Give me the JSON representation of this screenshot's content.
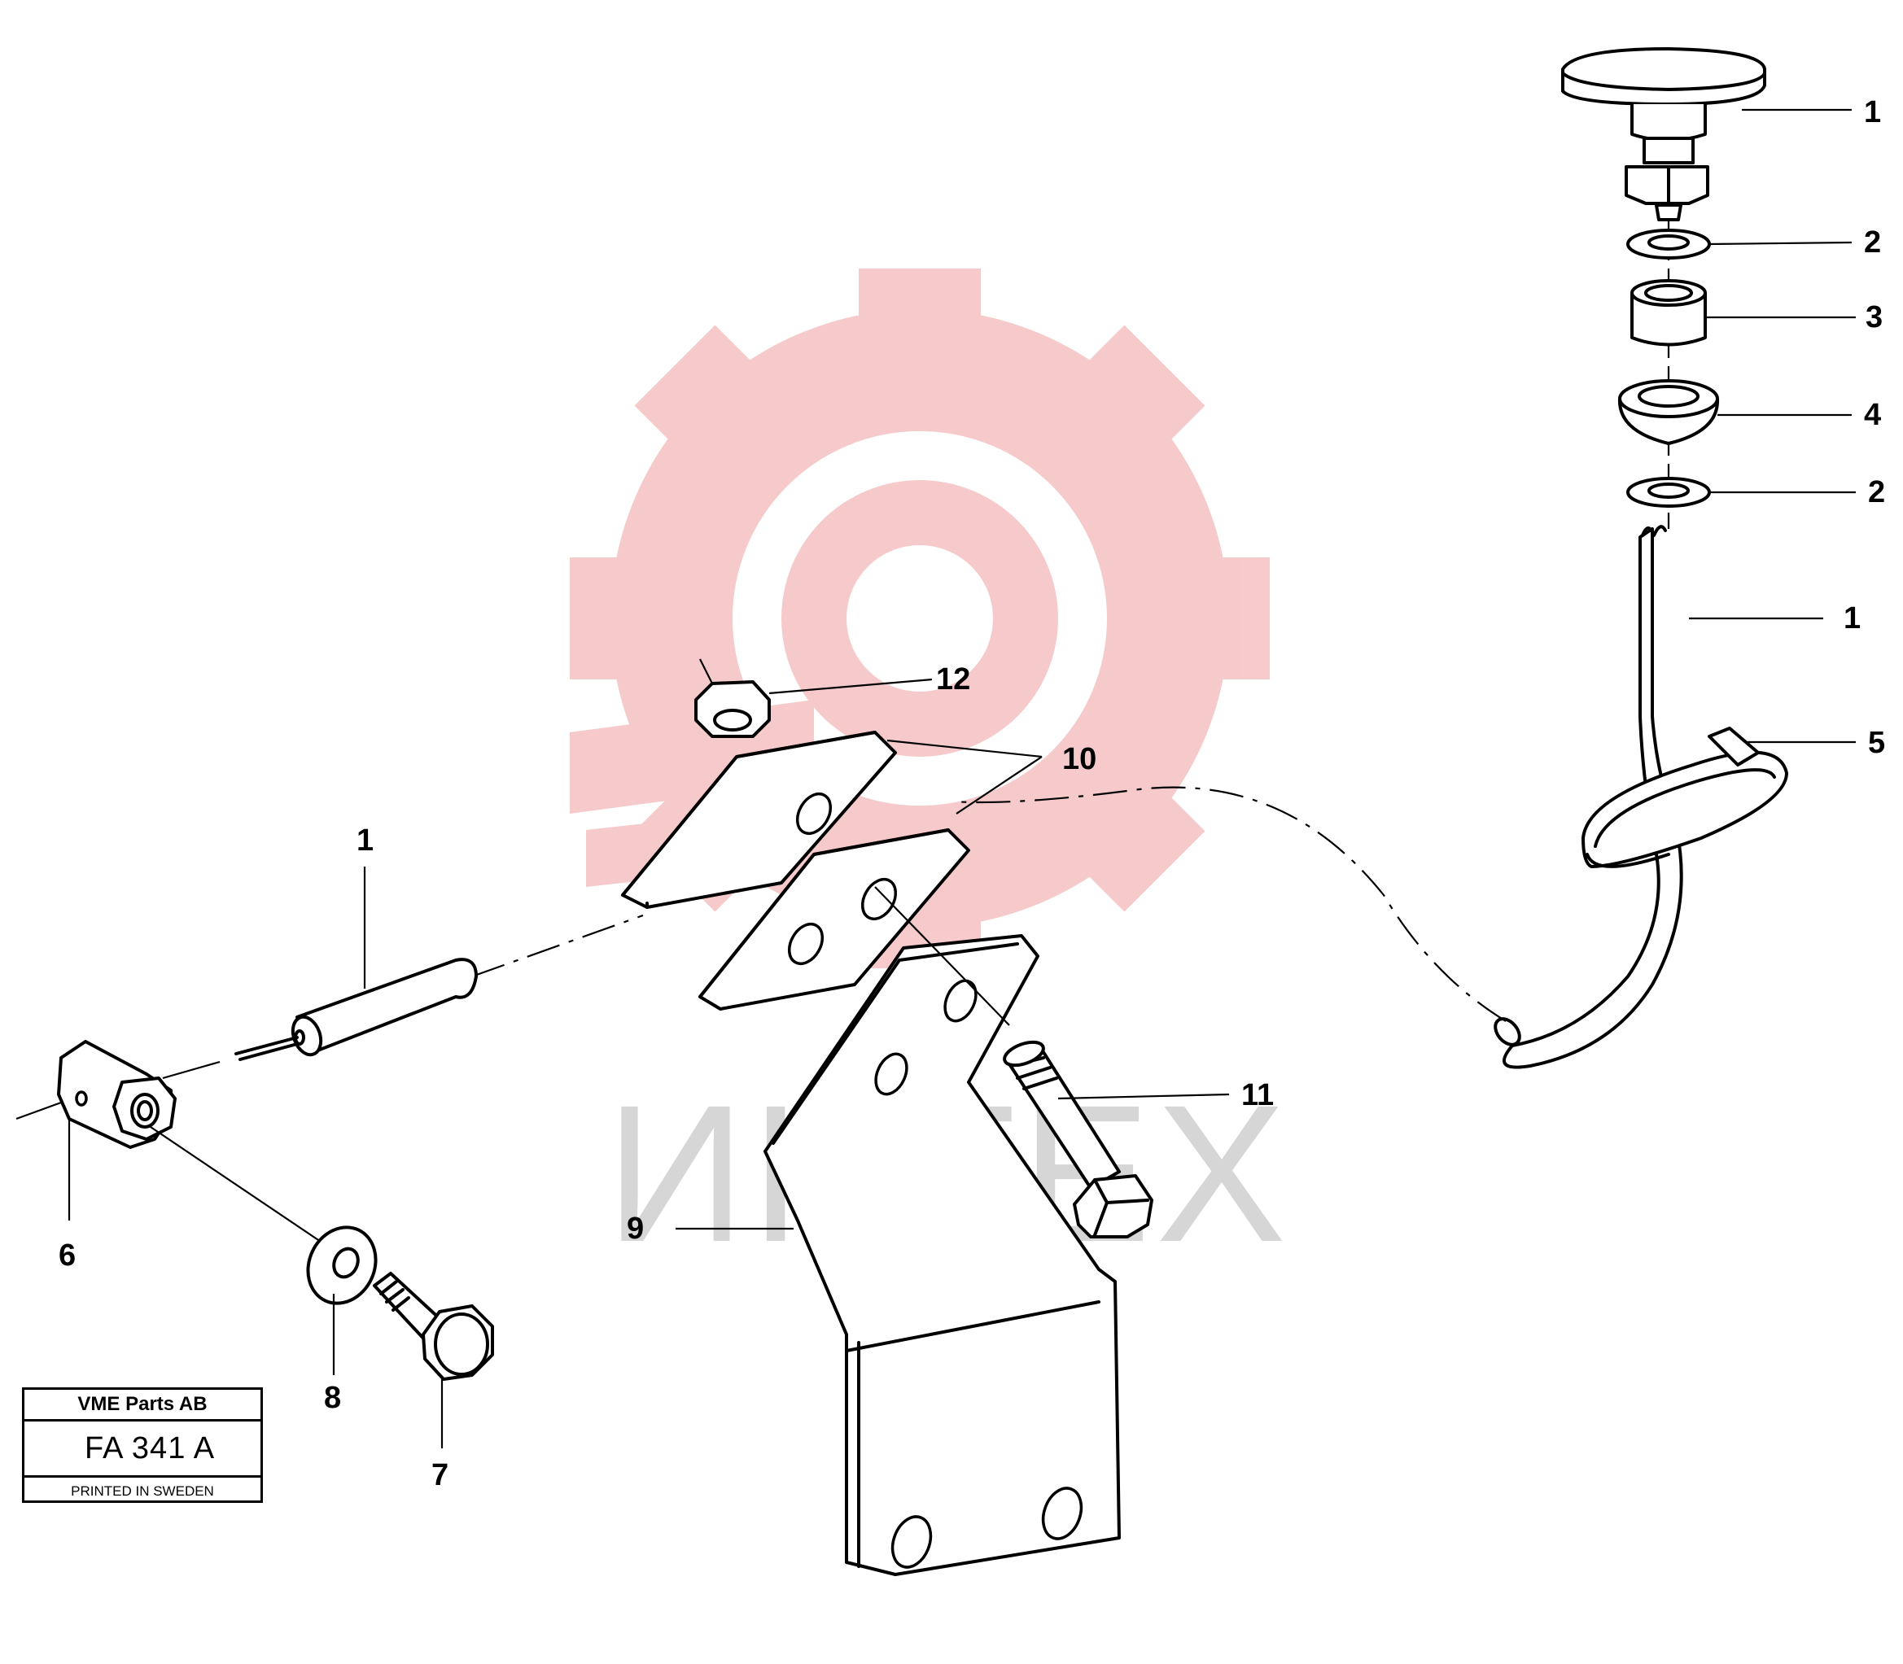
{
  "watermark": {
    "text": "ИНТЕХ",
    "gear_color": "#f3b5b5",
    "text_color": "#d9d9d9"
  },
  "callouts": [
    {
      "id": "1a",
      "label": "1",
      "part": "knob"
    },
    {
      "id": "2a",
      "label": "2",
      "part": "washer-upper"
    },
    {
      "id": "3",
      "label": "3",
      "part": "sleeve"
    },
    {
      "id": "4",
      "label": "4",
      "part": "grommet"
    },
    {
      "id": "2b",
      "label": "2",
      "part": "washer-lower"
    },
    {
      "id": "1b",
      "label": "1",
      "part": "cable"
    },
    {
      "id": "5",
      "label": "5",
      "part": "cable-tie"
    },
    {
      "id": "12",
      "label": "12",
      "part": "lock-nut"
    },
    {
      "id": "10",
      "label": "10",
      "part": "clamp-plates"
    },
    {
      "id": "1c",
      "label": "1",
      "part": "cable-end"
    },
    {
      "id": "11",
      "label": "11",
      "part": "screw"
    },
    {
      "id": "9",
      "label": "9",
      "part": "bracket"
    },
    {
      "id": "6",
      "label": "6",
      "part": "connector"
    },
    {
      "id": "8",
      "label": "8",
      "part": "washer"
    },
    {
      "id": "7",
      "label": "7",
      "part": "bolt"
    }
  ],
  "title_block": {
    "company": "VME Parts AB",
    "code": "FA 341 A",
    "printed": "PRINTED IN SWEDEN"
  }
}
